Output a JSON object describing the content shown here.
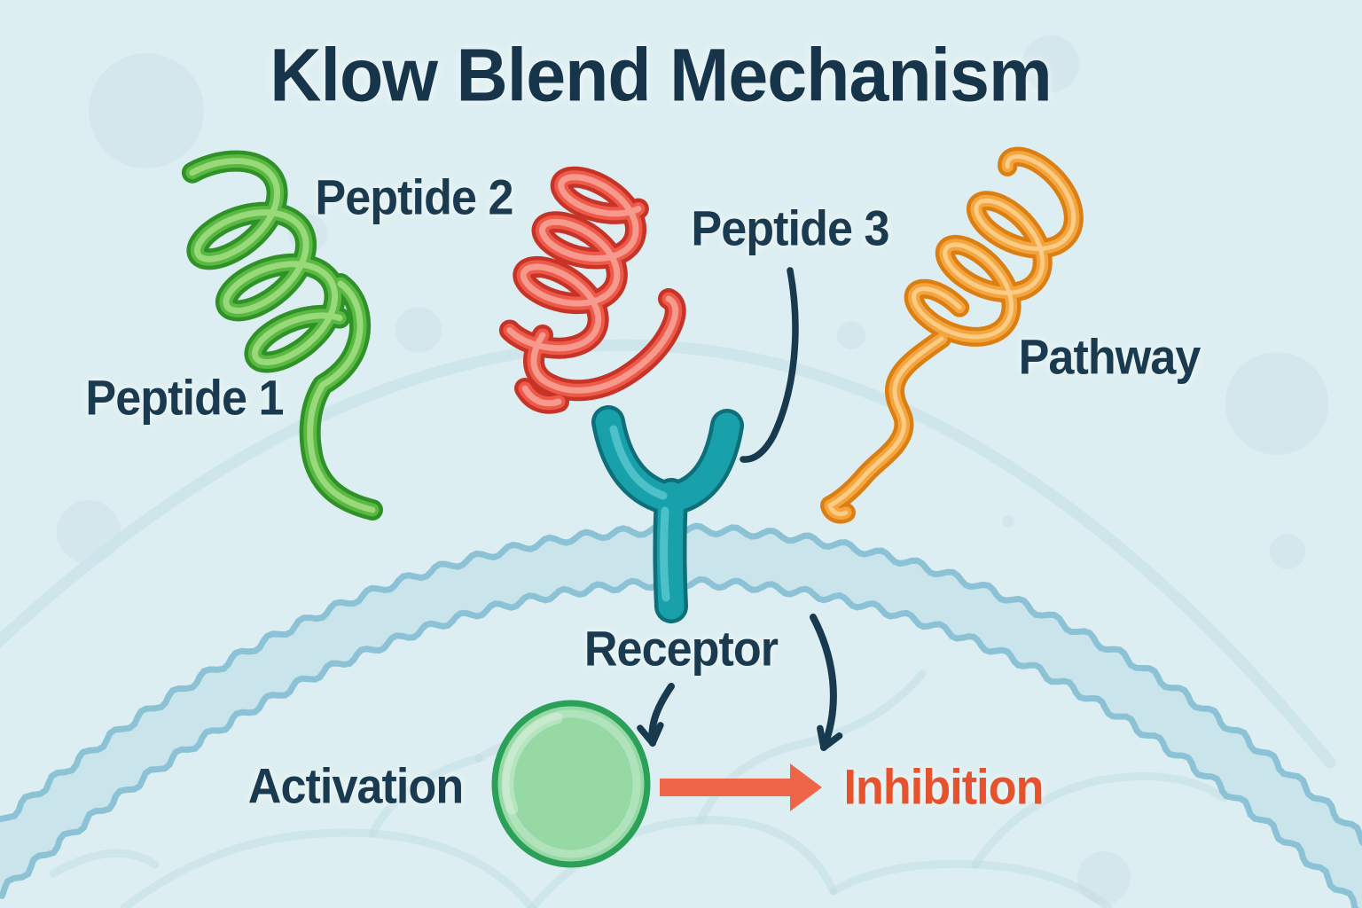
{
  "title": "Klow Blend Mechanism",
  "labels": {
    "peptide1": "Peptide 1",
    "peptide2": "Peptide 2",
    "peptide3": "Peptide 3",
    "pathway": "Pathway",
    "receptor": "Receptor",
    "activation": "Activation",
    "inhibition": "Inhibition"
  },
  "colors": {
    "background": "#dceef1",
    "label_text": "#1a3a50",
    "inhibition_text": "#e7512c",
    "membrane_fill": "#c9e5eb",
    "membrane_edge": "#8cc2d5",
    "outer_arc": "#cbe3ea",
    "mesh_line": "#bfdce4",
    "blob": "#cde2e8",
    "dark_arrow": "#173a4e",
    "orange_arrow": "#ee6547",
    "green_helix_mid": "#5ab843",
    "green_helix_dark": "#2e9226",
    "green_helix_light": "#9edd7f",
    "red_helix_mid": "#ef594a",
    "red_helix_dark": "#c63428",
    "red_helix_light": "#f7a196",
    "orange_helix_mid": "#f5a53d",
    "orange_helix_dark": "#db7f12",
    "orange_helix_light": "#fbd08e",
    "receptor_mid": "#18a0ab",
    "receptor_dark": "#0c6f79",
    "receptor_light": "#57c5cc",
    "circle_fill": "#96d9a4",
    "circle_border": "#2aa058"
  }
}
